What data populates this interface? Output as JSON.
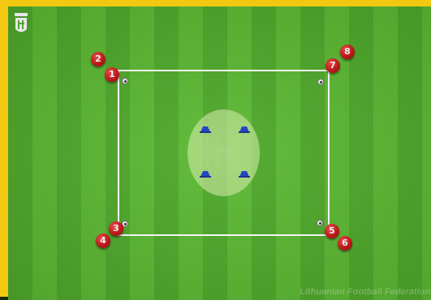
{
  "players": [
    "1",
    "2",
    "3",
    "4",
    "5",
    "6",
    "7",
    "8"
  ],
  "watermark": "Lithuanian Football Federation",
  "colors": {
    "border": "#f2c811",
    "pitch_light": "#5bb832",
    "pitch_dark": "#4ea82a",
    "player": "#c81616",
    "cone": "#1a3fc4"
  },
  "icons": [
    "lff-logo-icon",
    "ball-icon",
    "cone-icon"
  ]
}
